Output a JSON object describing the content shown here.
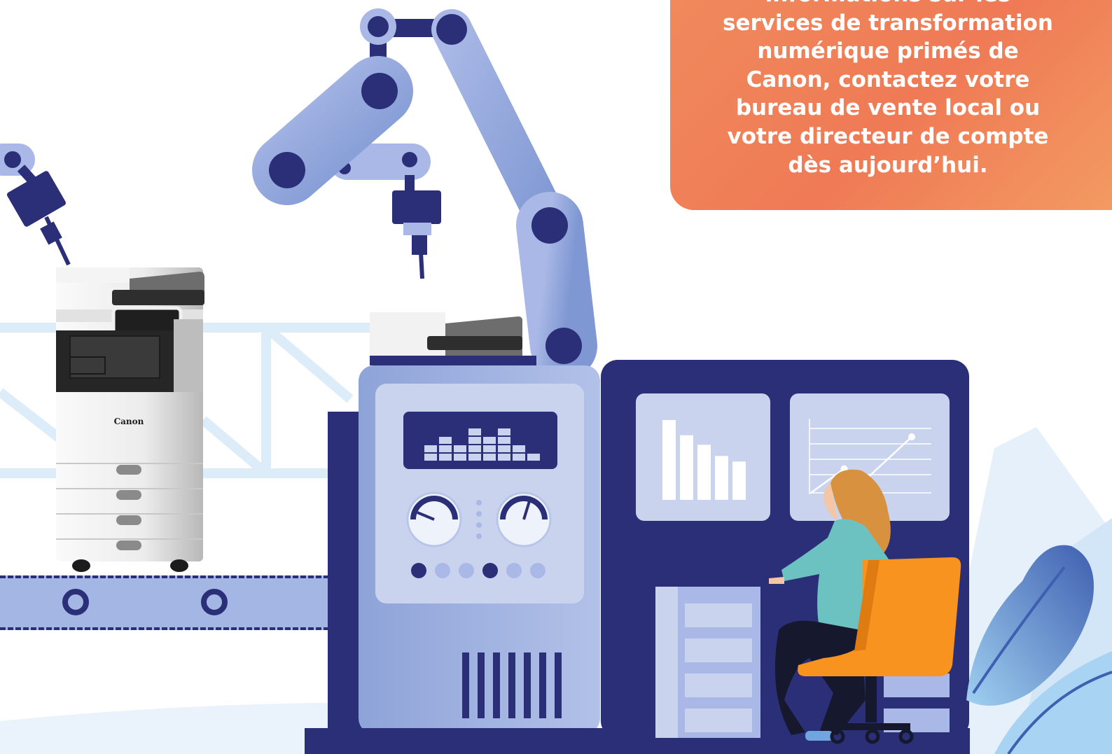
{
  "callout": {
    "lines": [
      "informations sur les",
      "services de transformation",
      "numérique primés de",
      "Canon, contactez votre",
      "bureau de vente local ou",
      "votre directeur de compte",
      "dès aujourd’hui."
    ]
  },
  "printer": {
    "brand_label": "Canon"
  },
  "colors": {
    "navy": "#2b2f78",
    "periwinkle": "#8ea3d8",
    "light_panel": "#c9d3ee",
    "callout_orange": "#ef7b56",
    "chair_orange": "#f7931e",
    "hair": "#d8923f",
    "shirt": "#6cc2c0"
  },
  "chart_panels": {
    "bar_values": [
      100,
      81,
      69,
      55,
      48
    ],
    "line_points": [
      [
        0,
        0
      ],
      [
        0.33,
        0.43
      ],
      [
        0.55,
        0.25
      ],
      [
        1,
        1
      ]
    ]
  }
}
